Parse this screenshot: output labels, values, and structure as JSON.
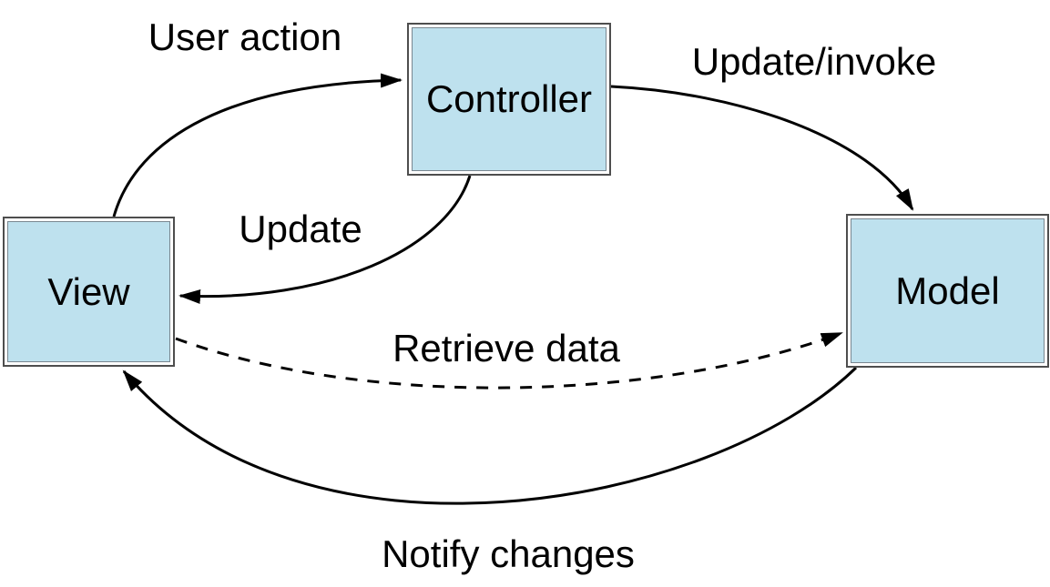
{
  "diagram": {
    "type": "mvc-architecture",
    "background_color": "#ffffff",
    "node_fill_color": "#bee1ee",
    "node_border_color": "#4e4e4e",
    "line_color": "#000000",
    "text_color": "#000000",
    "nodes": {
      "view": {
        "label": "View"
      },
      "controller": {
        "label": "Controller"
      },
      "model": {
        "label": "Model"
      }
    },
    "edges": {
      "user_action": {
        "label": "User action",
        "from": "View",
        "to": "Controller",
        "line_style": "solid"
      },
      "update_invoke": {
        "label": "Update/invoke",
        "from": "Controller",
        "to": "Model",
        "line_style": "solid"
      },
      "update": {
        "label": "Update",
        "from": "Controller",
        "to": "View",
        "line_style": "solid"
      },
      "retrieve_data": {
        "label": "Retrieve data",
        "from": "View",
        "to": "Model",
        "line_style": "dashed"
      },
      "notify_changes": {
        "label": "Notify changes",
        "from": "Model",
        "to": "View",
        "line_style": "solid"
      }
    }
  }
}
